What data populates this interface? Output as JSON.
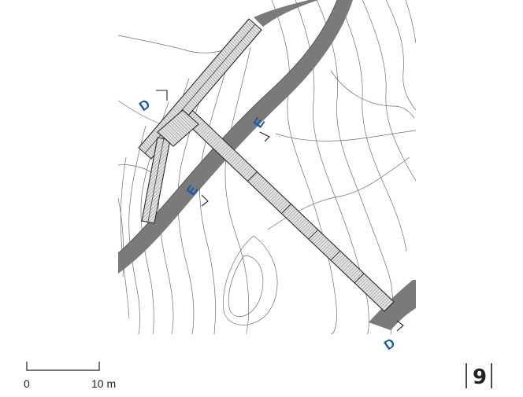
{
  "colors": {
    "section_mark": "#1a5aa8",
    "road": "#7a7a7a",
    "contour": "#6f6f6f",
    "ink": "#222222"
  },
  "section_marks": {
    "d_top": "D",
    "d_bottom": "D",
    "e_left": "E",
    "e_right": "E"
  },
  "scale_bar": {
    "start_label": "0",
    "end_label": "10 m"
  },
  "page_number": "9"
}
